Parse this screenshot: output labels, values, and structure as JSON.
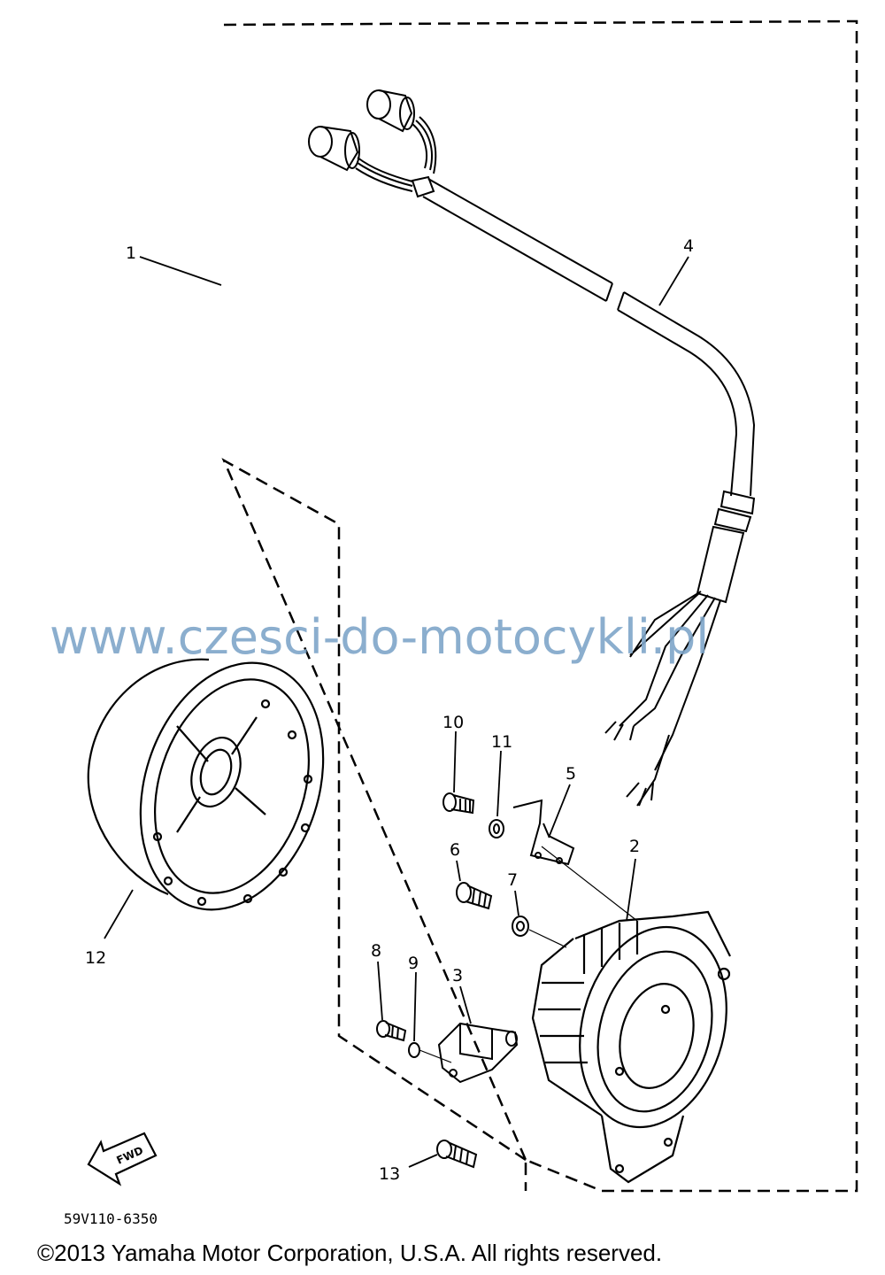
{
  "callouts": {
    "c1": "1",
    "c2": "2",
    "c3": "3",
    "c4": "4",
    "c5": "5",
    "c6": "6",
    "c7": "7",
    "c8": "8",
    "c9": "9",
    "c10": "10",
    "c11": "11",
    "c12": "12",
    "c13": "13"
  },
  "fwd_label": "FWD",
  "part_code": "59V110-6350",
  "watermark": "www.czesci-do-motocykli.pl",
  "copyright": "©2013 Yamaha Motor Corporation, U.S.A. All rights reserved."
}
